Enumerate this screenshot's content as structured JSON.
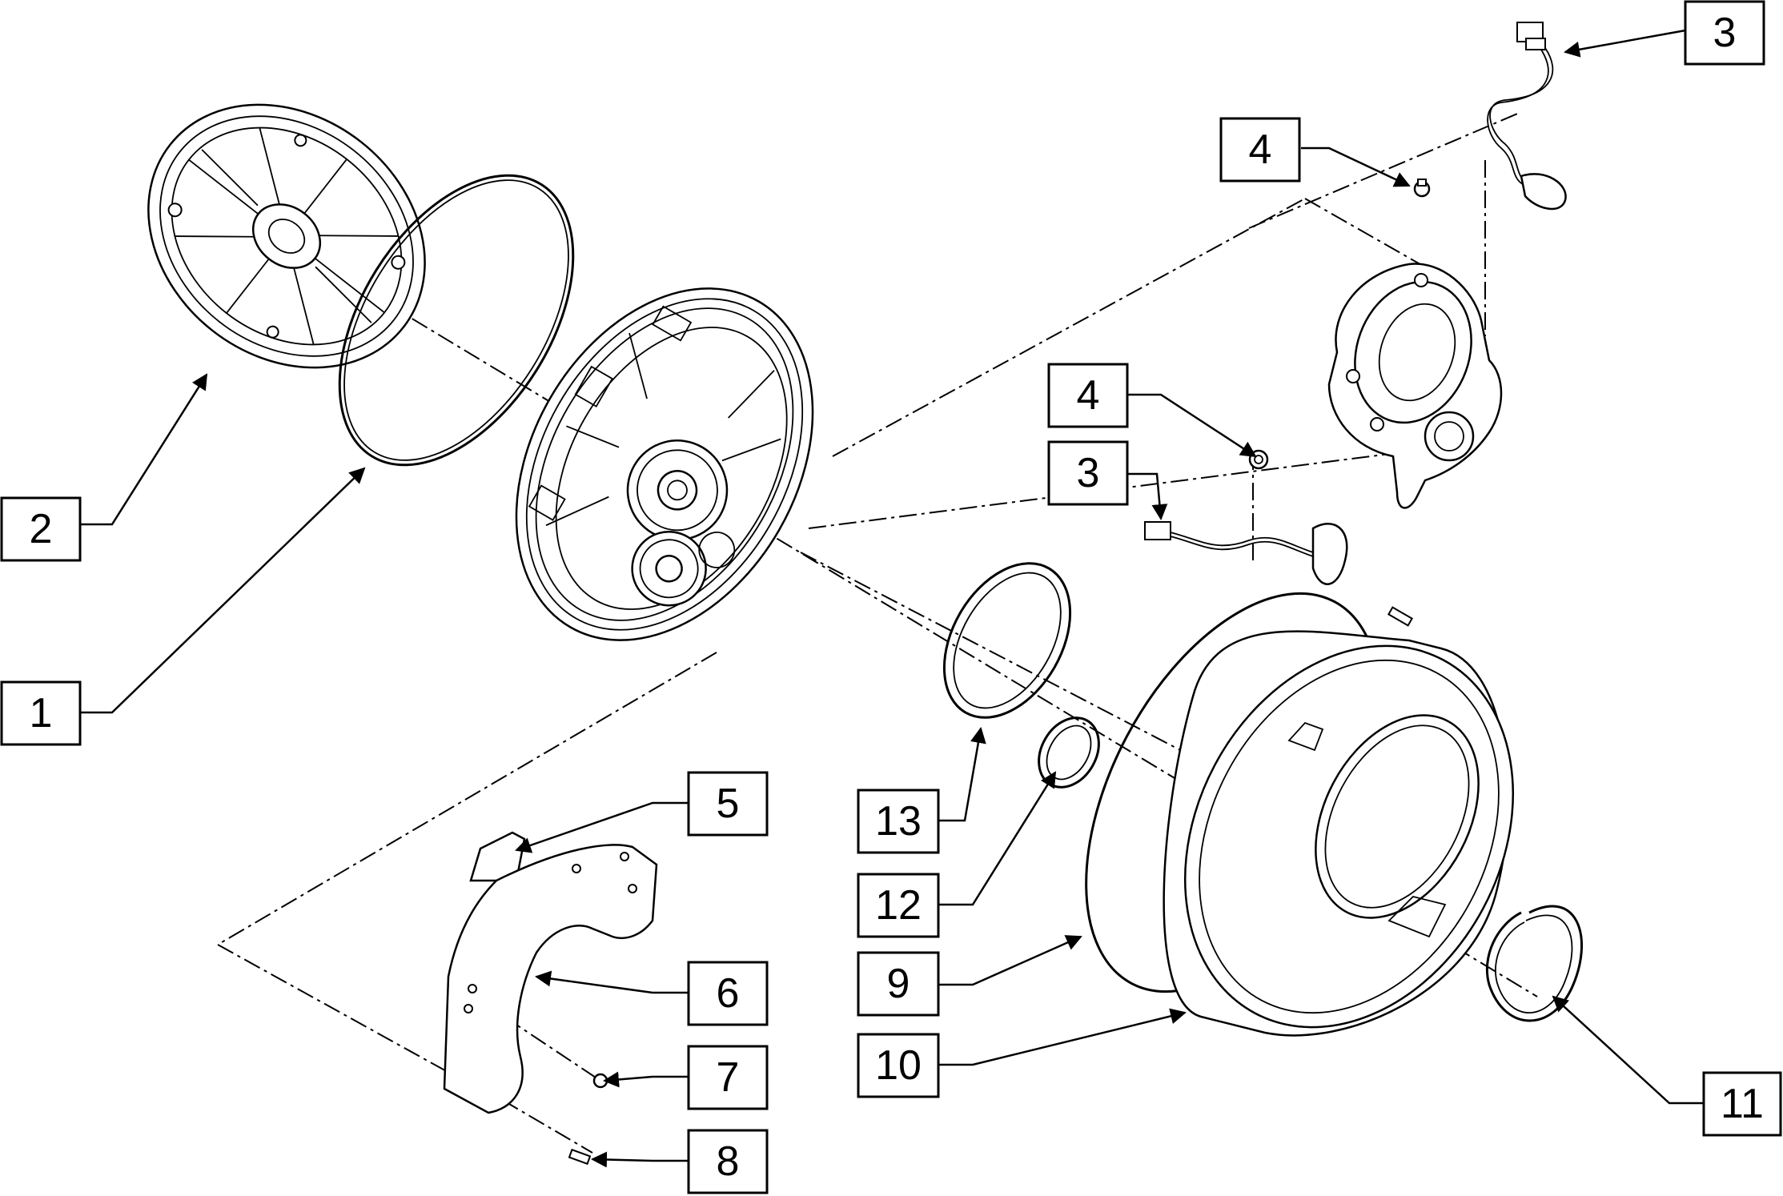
{
  "callouts": [
    {
      "id": "c1",
      "label": "1"
    },
    {
      "id": "c2",
      "label": "2"
    },
    {
      "id": "c3a",
      "label": "3"
    },
    {
      "id": "c3b",
      "label": "3"
    },
    {
      "id": "c4a",
      "label": "4"
    },
    {
      "id": "c4b",
      "label": "4"
    },
    {
      "id": "c5",
      "label": "5"
    },
    {
      "id": "c6",
      "label": "6"
    },
    {
      "id": "c7",
      "label": "7"
    },
    {
      "id": "c8",
      "label": "8"
    },
    {
      "id": "c9",
      "label": "9"
    },
    {
      "id": "c10",
      "label": "10"
    },
    {
      "id": "c11",
      "label": "11"
    },
    {
      "id": "c12",
      "label": "12"
    },
    {
      "id": "c13",
      "label": "13"
    }
  ]
}
